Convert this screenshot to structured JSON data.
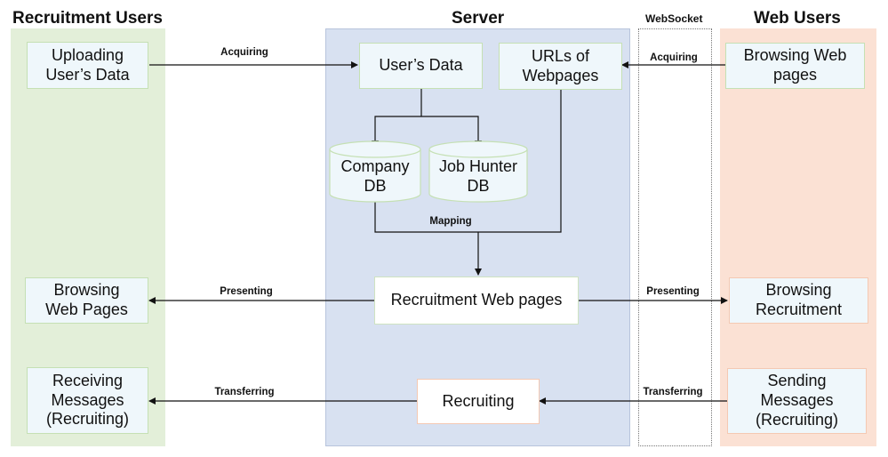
{
  "columns": {
    "recruitment_users": "Recruitment Users",
    "server": "Server",
    "websocket": "WebSocket",
    "web_users": "Web Users"
  },
  "boxes": {
    "uploading_data": "Uploading\nUser’s Data",
    "users_data": "User’s Data",
    "urls_of_webpages": "URLs of\nWebpages",
    "browsing_web_pages_right": "Browsing Web\npages",
    "company_db": "Company\nDB",
    "job_hunter_db": "Job Hunter\nDB",
    "browsing_web_pages_left": "Browsing\nWeb Pages",
    "recruitment_web_pages": "Recruitment Web pages",
    "browsing_recruitment": "Browsing\nRecruitment",
    "receiving_messages": "Receiving\nMessages\n(Recruiting)",
    "recruiting": "Recruiting",
    "sending_messages": "Sending\nMessages\n(Recruiting)"
  },
  "edge_labels": {
    "acquiring_left": "Acquiring",
    "acquiring_right": "Acquiring",
    "mapping": "Mapping",
    "presenting_left": "Presenting",
    "presenting_right": "Presenting",
    "transferring_left": "Transferring",
    "transferring_right": "Transferring"
  },
  "colors": {
    "recruitment_panel": "#e3efd9",
    "server_panel": "#d8e1f1",
    "web_users_panel": "#fbe1d4",
    "box_fill": "#eff7fb",
    "box_border_green": "#c5e0b4",
    "box_border_peach": "#f4c9b3"
  }
}
